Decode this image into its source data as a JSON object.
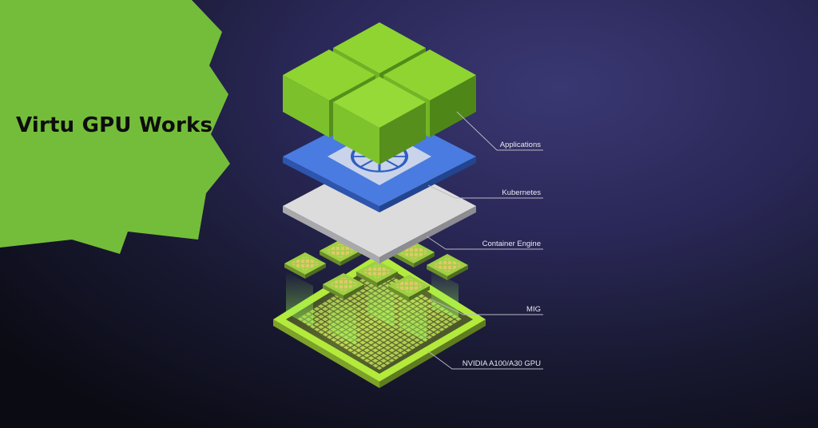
{
  "title": "Virtu GPU Works",
  "colors": {
    "accent_green": "#7bc43a",
    "k8s_blue": "#3f6fd6",
    "background": "#1d1d3a"
  },
  "layers": [
    {
      "name": "applications",
      "label": "Applications"
    },
    {
      "name": "kubernetes",
      "label": "Kubernetes"
    },
    {
      "name": "container-engine",
      "label": "Container Engine"
    },
    {
      "name": "mig",
      "label": "MIG"
    },
    {
      "name": "gpu",
      "label": "NVIDIA A100/A30 GPU"
    }
  ]
}
